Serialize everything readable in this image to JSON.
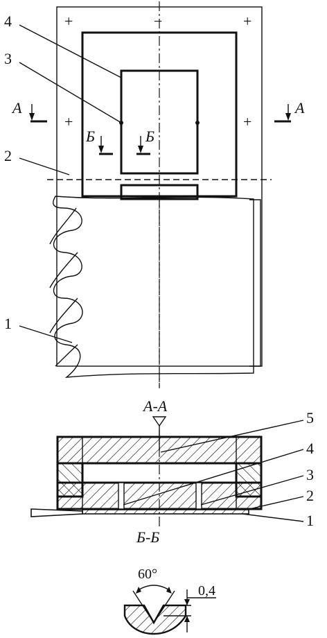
{
  "top_view": {
    "part_labels": {
      "p1": "1",
      "p2": "2",
      "p3": "3",
      "p4": "4"
    },
    "section_a_label": "A",
    "section_b_label": "Б",
    "plus_sign": "+",
    "minus_sign": "−"
  },
  "section_aa": {
    "title": "А-А",
    "part_labels": {
      "p1": "1",
      "p2": "2",
      "p3": "3",
      "p4": "4",
      "p5": "5"
    }
  },
  "section_bb": {
    "title": "Б-Б",
    "angle": "60°",
    "depth": "0,4"
  }
}
